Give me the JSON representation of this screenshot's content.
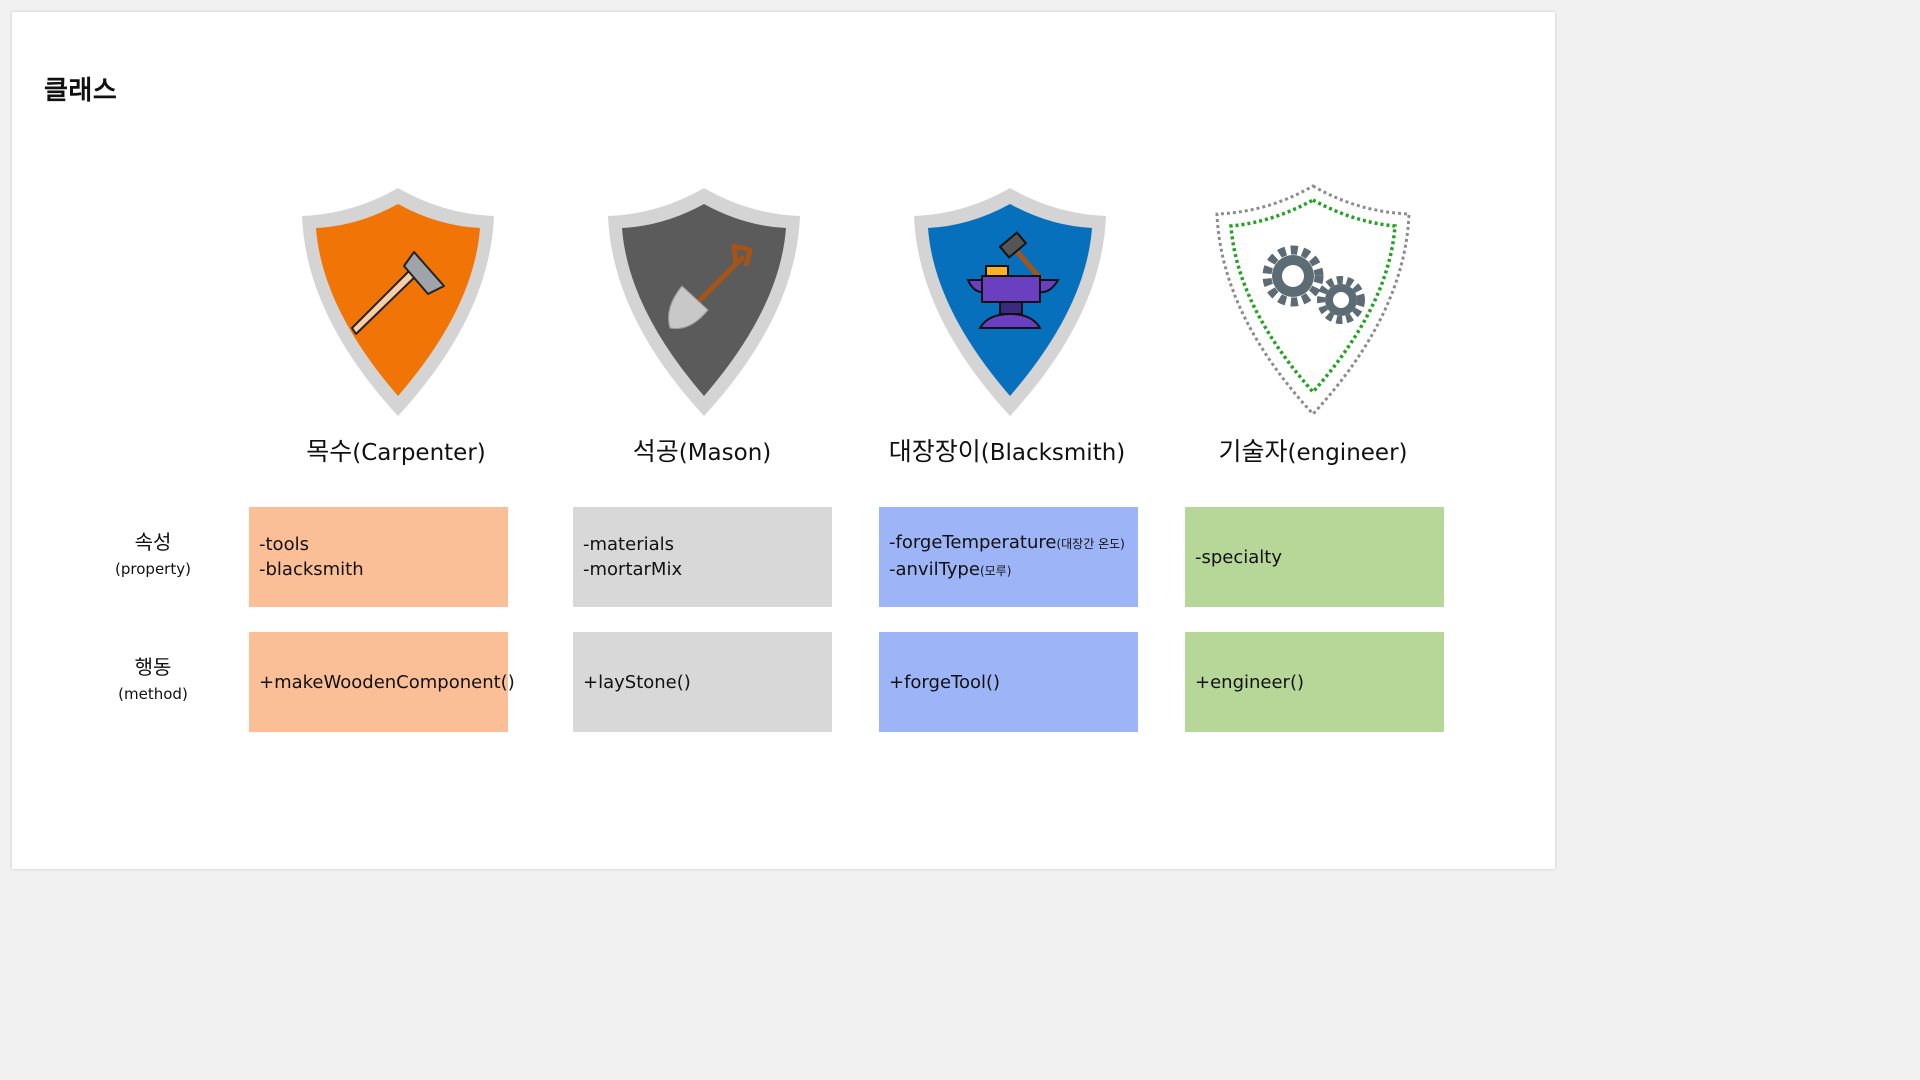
{
  "title": "클래스",
  "row_labels": {
    "property": {
      "ko": "속성",
      "en": "(property)"
    },
    "method": {
      "ko": "행동",
      "en": "(method)"
    }
  },
  "classes": [
    {
      "name_ko": "목수",
      "name_en": "(Carpenter)",
      "icon": "axe-icon",
      "shield_color": "#f07406",
      "box_color": "#fabf96",
      "properties": [
        {
          "text": "-tools"
        },
        {
          "text": "-blacksmith"
        }
      ],
      "methods": [
        {
          "text": "+makeWoodenComponent()"
        }
      ]
    },
    {
      "name_ko": "석공",
      "name_en": "(Mason)",
      "icon": "shovel-icon",
      "shield_color": "#5b5b5b",
      "box_color": "#d8d8d8",
      "properties": [
        {
          "text": "-materials"
        },
        {
          "text": "-mortarMix"
        }
      ],
      "methods": [
        {
          "text": "+layStone()"
        }
      ]
    },
    {
      "name_ko": "대장장이",
      "name_en": "(Blacksmith)",
      "icon": "anvil-hammer-icon",
      "shield_color": "#0770bd",
      "box_color": "#9db5f6",
      "properties": [
        {
          "text": "-forgeTemperature",
          "note": "(대장간 온도)"
        },
        {
          "text": "-anvilType",
          "note": "(모루)"
        }
      ],
      "methods": [
        {
          "text": "+forgeTool()"
        }
      ]
    },
    {
      "name_ko": "기술자",
      "name_en": "(engineer)",
      "icon": "gears-icon",
      "shield_color": "#1fa31f",
      "box_color": "#b6d797",
      "properties": [
        {
          "text": "-specialty"
        }
      ],
      "methods": [
        {
          "text": "+engineer()"
        }
      ]
    }
  ]
}
